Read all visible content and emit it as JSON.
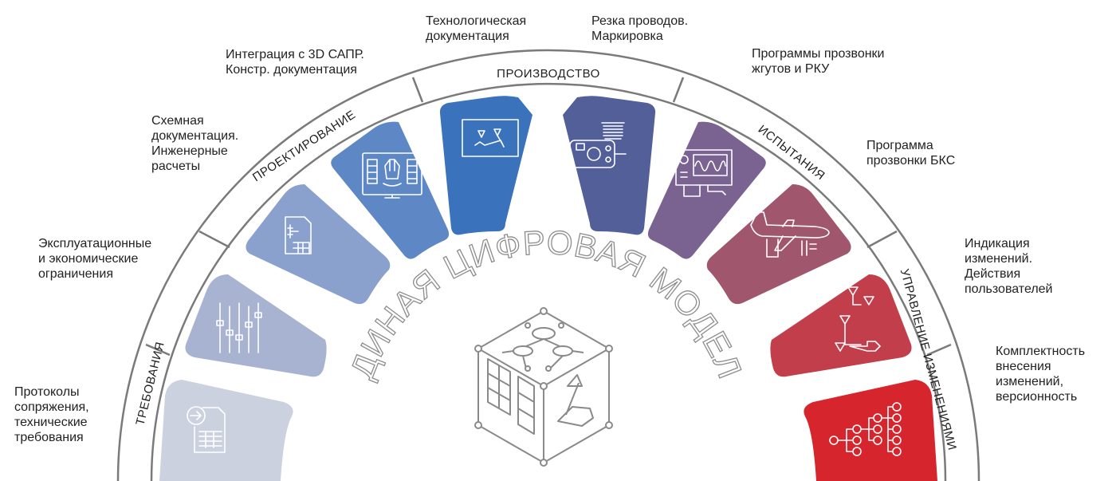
{
  "center": {
    "title": "ЕДИНАЯ ЦИФРОВАЯ МОДЕЛЬ"
  },
  "phases": [
    {
      "id": "req",
      "label": "ТРЕБОВАНИЯ"
    },
    {
      "id": "design",
      "label": "ПРОЕКТИРОВАНИЕ"
    },
    {
      "id": "prod",
      "label": "ПРОИЗВОДСТВО"
    },
    {
      "id": "test",
      "label": "ИСПЫТАНИЯ"
    },
    {
      "id": "change",
      "label": "УПРАВЛЕНИЕ ИЗМЕНЕНИЯМИ"
    }
  ],
  "segments": [
    {
      "icon": "document-arrow-icon",
      "color": "#cbd1df"
    },
    {
      "icon": "sliders-icon",
      "color": "#a7b3d1"
    },
    {
      "icon": "schematic-document-icon",
      "color": "#8aa0cd"
    },
    {
      "icon": "monitor-3d-model-icon",
      "color": "#5e87c5"
    },
    {
      "icon": "drawing-board-icon",
      "color": "#3a73bb"
    },
    {
      "icon": "wire-machine-icon",
      "color": "#525f99"
    },
    {
      "icon": "oscilloscope-icon",
      "color": "#7a6390"
    },
    {
      "icon": "airplane-icon",
      "color": "#a0566d"
    },
    {
      "icon": "flow-arrows-icon",
      "color": "#c13e4a"
    },
    {
      "icon": "hierarchy-tree-icon",
      "color": "#d7252d"
    }
  ],
  "annotations": [
    {
      "id": "protocols",
      "text": "Протоколы\nсопряжения,\n технические\nтребования"
    },
    {
      "id": "operational",
      "text": "Эксплуатационные\n и экономические\nограничения"
    },
    {
      "id": "schematic",
      "text": "Схемная\nдокументация.\nИнженерные\nрасчеты"
    },
    {
      "id": "cad",
      "text": "Интеграция с 3D САПР.\nКонстр. документация"
    },
    {
      "id": "tech",
      "text": "Технологическая\nдокументация"
    },
    {
      "id": "cutting",
      "text": "Резка проводов.\nМаркировка"
    },
    {
      "id": "harness-test",
      "text": "Программы прозвонки\nжгутов и РКУ"
    },
    {
      "id": "bks",
      "text": "Программа\nпрозвонки БКС"
    },
    {
      "id": "changes",
      "text": "Индикация\nизменений.\nДействия\nпользователей"
    },
    {
      "id": "completeness",
      "text": "Комплектность\nвнесения\nизменений,\nверсионность"
    }
  ]
}
